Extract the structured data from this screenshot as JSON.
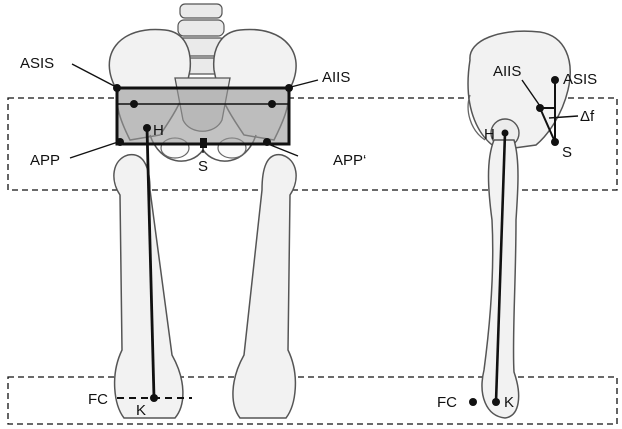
{
  "labels": {
    "asis_front": "ASIS",
    "aiis_front": "AIIS",
    "app_left": "APP",
    "app_right": "APP‘",
    "h_front": "H",
    "s_front": "S",
    "fc_front": "FC",
    "k_front": "K",
    "aiis_side": "AIIS",
    "asis_side": "ASIS",
    "delta_f": "Δf",
    "h_side": "H",
    "s_side": "S",
    "fc_side": "FC",
    "k_side": "K"
  },
  "colors": {
    "ink": "#111111",
    "bone_fill": "#f2f2f2",
    "bone_stroke": "#555555",
    "app_plane_fill": "#9a9a9a"
  }
}
